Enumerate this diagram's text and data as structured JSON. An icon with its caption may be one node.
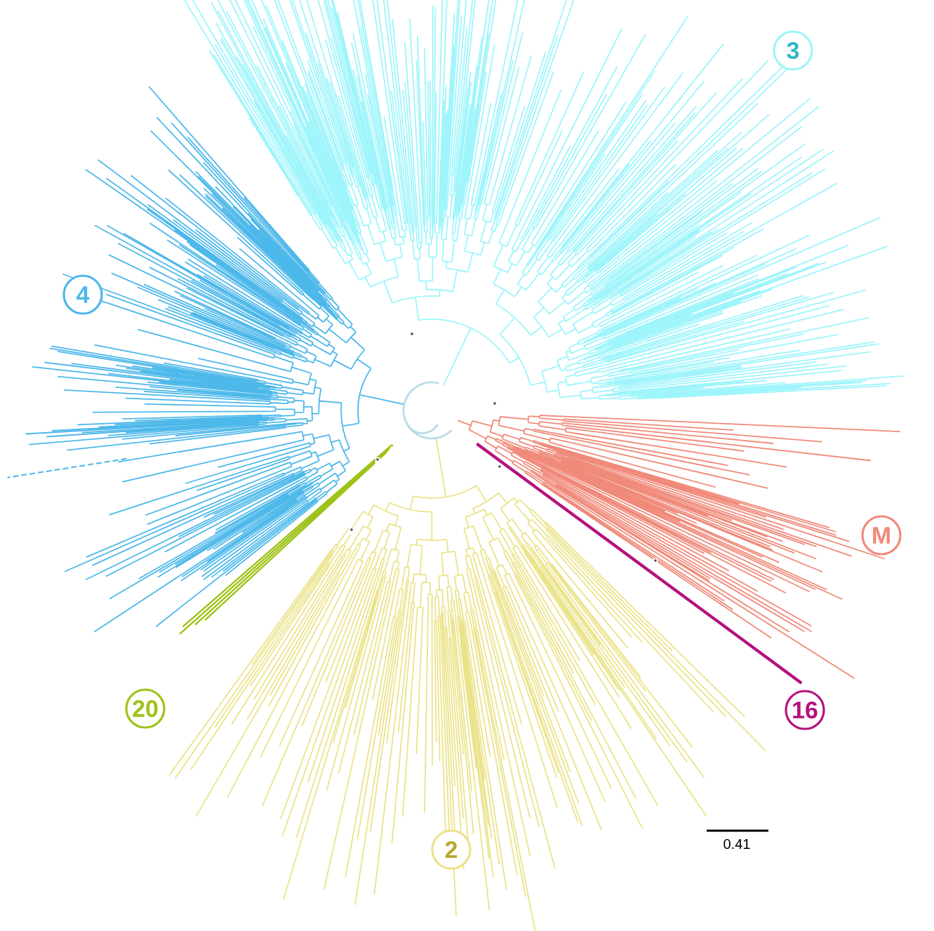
{
  "diagram": {
    "nodes": [
      {
        "text": [
          "3"
        ]
      },
      {
        "text": [
          "4"
        ]
      },
      {
        "text": [
          "M"
        ]
      },
      {
        "text": [
          "20"
        ]
      },
      {
        "text": [
          "16"
        ]
      },
      {
        "text": [
          "2"
        ]
      }
    ],
    "labels": [
      "*",
      "*",
      "*",
      "*",
      "*",
      "*",
      "0.41"
    ]
  }
}
